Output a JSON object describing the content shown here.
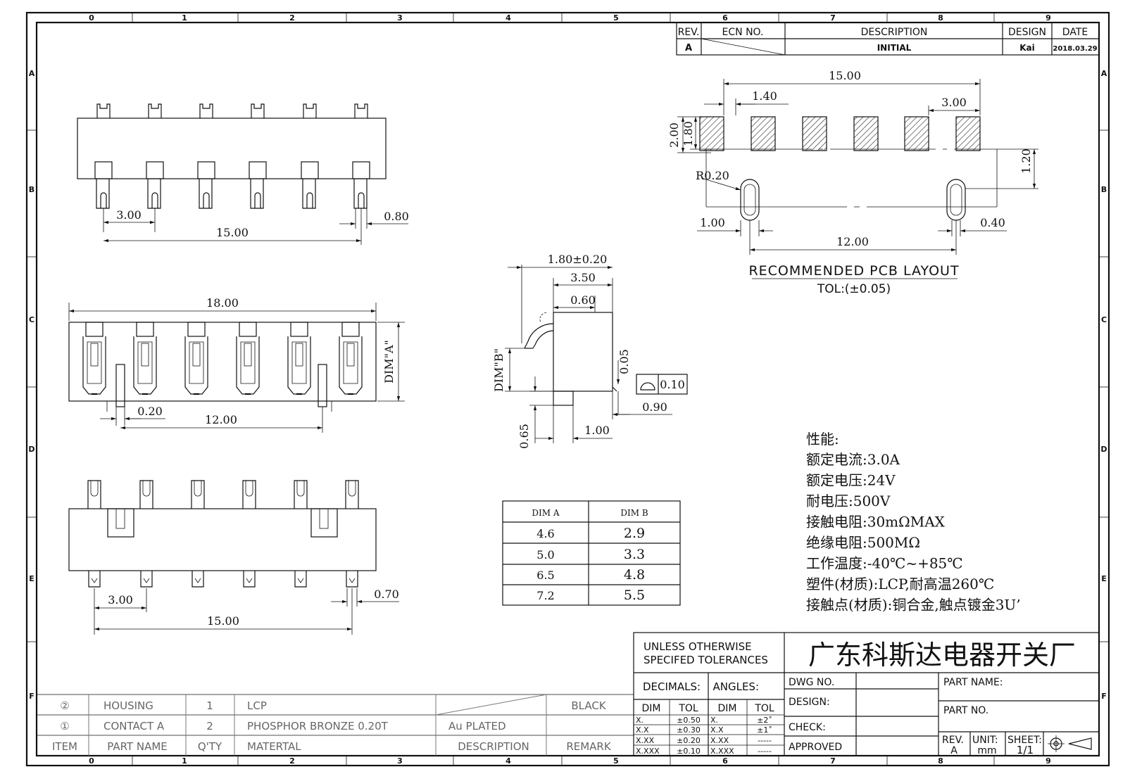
{
  "zones": {
    "top": [
      "0",
      "1",
      "2",
      "3",
      "4",
      "5",
      "6",
      "7",
      "8",
      "9"
    ],
    "side": [
      "A",
      "B",
      "C",
      "D",
      "E",
      "F"
    ]
  },
  "revision": {
    "headers": [
      "REV.",
      "ECN NO.",
      "DESCRIPTION",
      "DESIGN",
      "DATE"
    ],
    "row": {
      "rev": "A",
      "description": "INITIAL",
      "design": "Kai",
      "date": "2018.03.29"
    }
  },
  "top_view": {
    "pitch": "3.00",
    "span": "15.00",
    "pin_width": "0.80"
  },
  "front_view": {
    "length": "18.00",
    "peg_width": "0.20",
    "peg_span": "12.00",
    "dim_a_label": "DIM\"A\""
  },
  "bottom_view": {
    "pitch": "3.00",
    "span": "15.00",
    "pin_width": "0.70"
  },
  "side_view": {
    "d1": "1.80±0.20",
    "d2": "3.50",
    "d3": "0.60",
    "dim_b_label": "DIM\"B\"",
    "d4": "0.05",
    "flatness": "0.10",
    "d5": "0.90",
    "d6": "0.65",
    "d7": "1.00"
  },
  "pcb": {
    "span": "15.00",
    "pad_width": "1.40",
    "pitch": "3.00",
    "h1": "2.00",
    "h2": "1.80",
    "radius": "R0.20",
    "offset": "1.20",
    "slot_w": "1.00",
    "slot_gap": "0.40",
    "slot_span": "12.00",
    "title": "RECOMMENDED PCB LAYOUT",
    "tol": "TOL:(±0.05)"
  },
  "dim_table": {
    "headers": [
      "DIM A",
      "DIM B"
    ],
    "rows": [
      [
        "4.6",
        "2.9"
      ],
      [
        "5.0",
        "3.3"
      ],
      [
        "6.5",
        "4.8"
      ],
      [
        "7.2",
        "5.5"
      ]
    ]
  },
  "specs": {
    "title": "性能:",
    "lines": [
      "额定电流:3.0A",
      "额定电压:24V",
      "耐电压:500V",
      "接触电阻:30mΩMAX",
      "绝缘电阻:500MΩ",
      "工作温度:-40℃~+85℃",
      "塑件(材质):LCP,耐高温260℃",
      "接触点(材质):铜合金,触点镀金3U’"
    ]
  },
  "bom": {
    "rows": [
      {
        "item": "②",
        "name": "HOUSING",
        "qty": "1",
        "material": "LCP",
        "description": "",
        "remark": "BLACK"
      },
      {
        "item": "①",
        "name": "CONTACT A",
        "qty": "2",
        "material": "PHOSPHOR BRONZE 0.20T",
        "description": "Au PLATED",
        "remark": ""
      }
    ],
    "header": {
      "item": "ITEM",
      "name": "PART NAME",
      "qty": "Q'TY",
      "material": "MATERTAL",
      "description": "DESCRIPTION",
      "remark": "REMARK"
    }
  },
  "title_block": {
    "tolerance_note_1": "UNLESS OTHERWISE",
    "tolerance_note_2": "SPECIFED TOLERANCES",
    "company": "广东科斯达电器开关厂",
    "decimals": "DECIMALS:",
    "angles": "ANGLES:",
    "dim": "DIM",
    "tol": "TOL",
    "dec_rows": [
      [
        "X.",
        "±0.50"
      ],
      [
        "X.X",
        "±0.30"
      ],
      [
        "X.XX",
        "±0.20"
      ],
      [
        "X.XXX",
        "±0.10"
      ]
    ],
    "ang_rows": [
      [
        "X.",
        "±2˚"
      ],
      [
        "X.X",
        "±1˚"
      ],
      [
        "X.XX",
        "-----"
      ],
      [
        "X.XXX",
        "-----"
      ]
    ],
    "dwg_no": "DWG NO.",
    "design": "DESIGN:",
    "check": "CHECK:",
    "approved": "APPROVED",
    "part_name": "PART NAME:",
    "part_no": "PART NO.",
    "rev_label": "REV.",
    "rev_value": "A",
    "unit_label": "UNIT:",
    "unit_value": "mm",
    "sheet_label": "SHEET:",
    "sheet_value": "1/1"
  }
}
